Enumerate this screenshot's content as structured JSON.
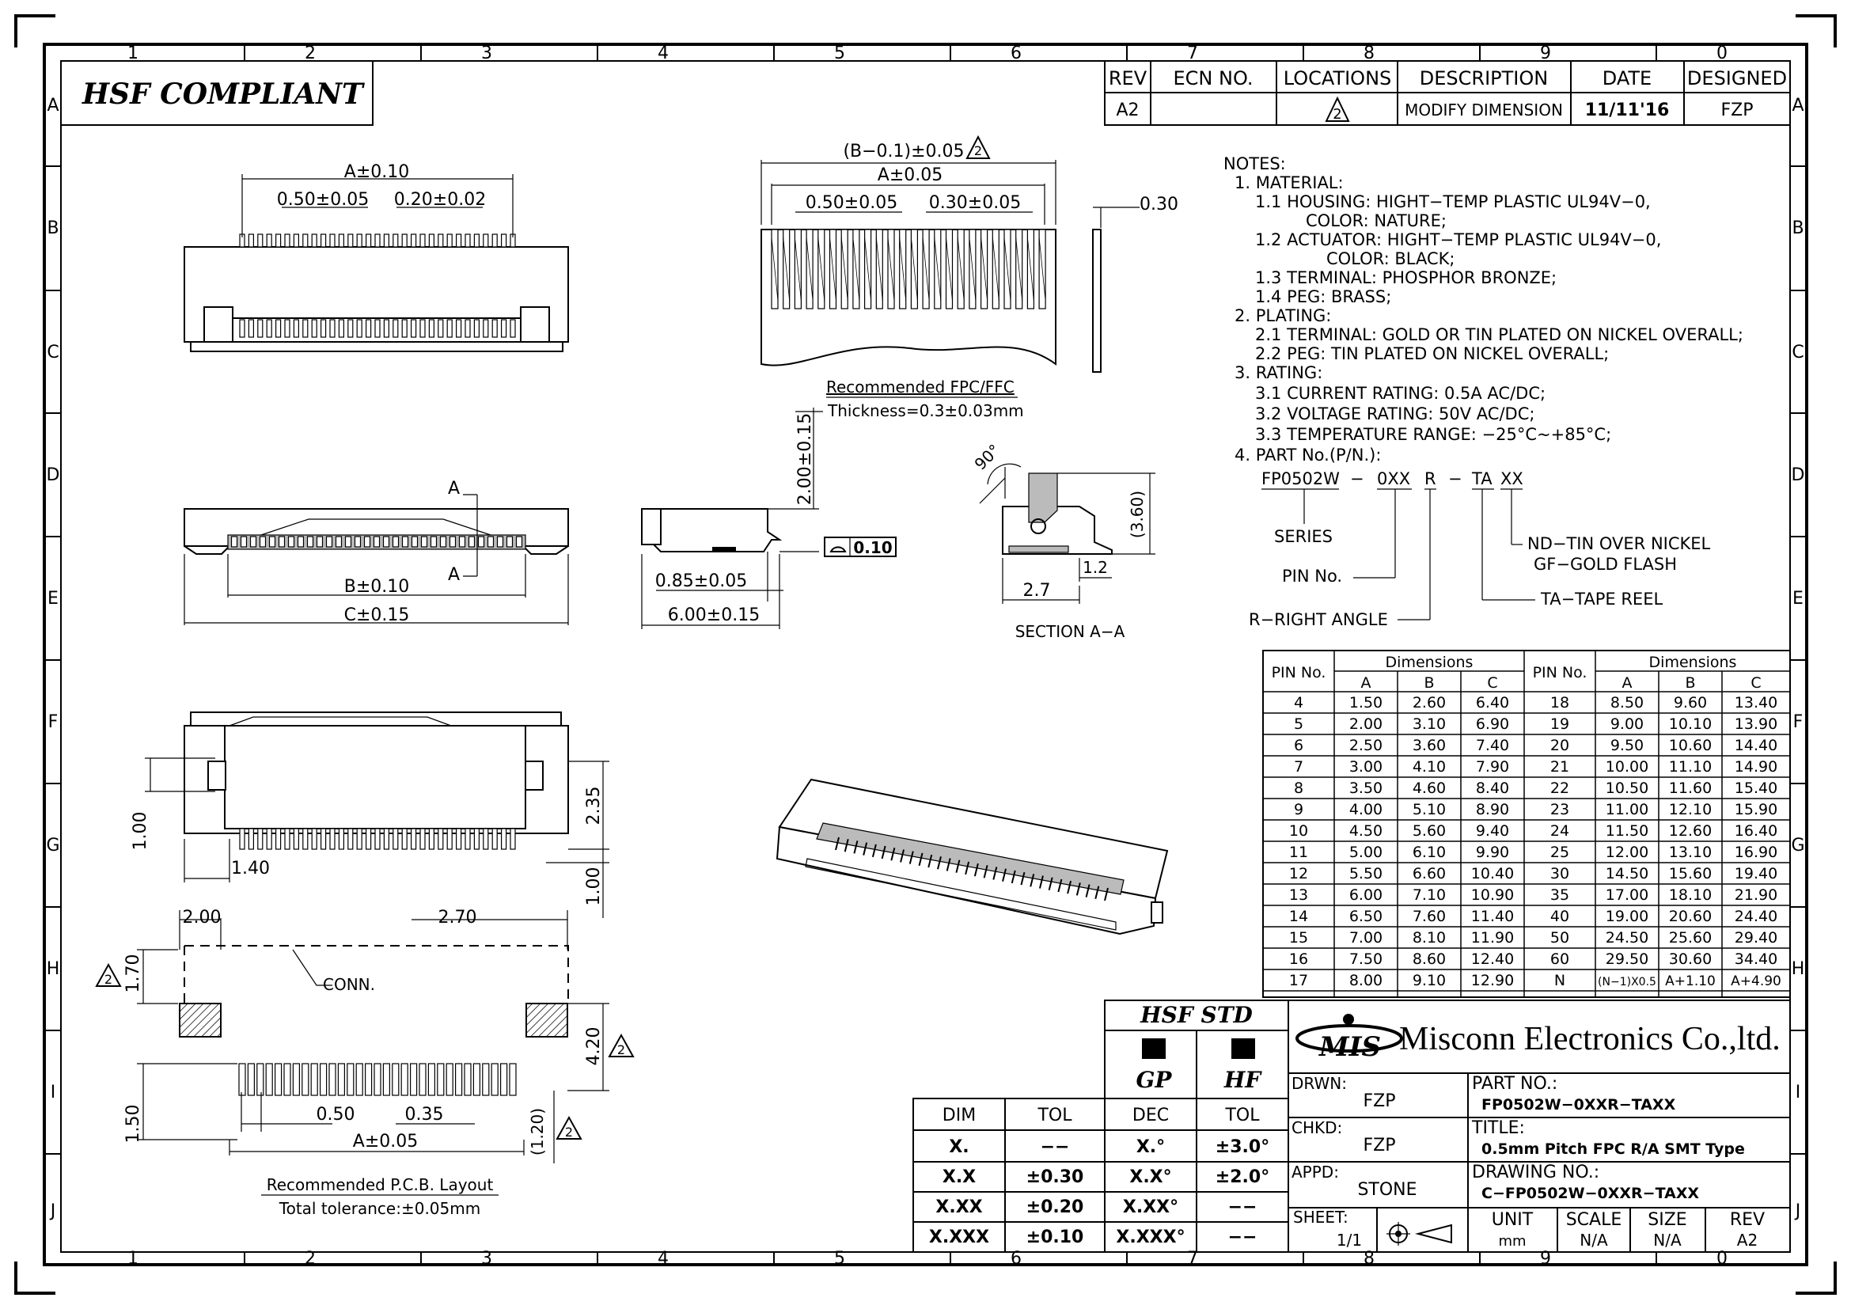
{
  "grid": {
    "columns": [
      "1",
      "2",
      "3",
      "4",
      "5",
      "6",
      "7",
      "8",
      "9",
      "0"
    ],
    "rows": [
      "A",
      "B",
      "C",
      "D",
      "E",
      "F",
      "G",
      "H",
      "I",
      "J"
    ]
  },
  "header": {
    "hsf_compliant": "HSF COMPLIANT"
  },
  "revision_block": {
    "headers": [
      "REV",
      "ECN NO.",
      "LOCATIONS",
      "DESCRIPTION",
      "DATE",
      "DESIGNED"
    ],
    "row": {
      "rev": "A2",
      "ecn": "",
      "location": "2",
      "description": "MODIFY DIMENSION",
      "date": "11/11'16",
      "designed": "FZP"
    }
  },
  "top_view": {
    "dim_a": "A±0.10",
    "dim_pitch": "0.50±0.05",
    "dim_width": "0.20±0.02"
  },
  "fpc_view": {
    "dim_b": "(B−0.1)±0.05",
    "rev_mark": "2",
    "dim_a": "A±0.05",
    "dim_pitch": "0.50±0.05",
    "dim_lead": "0.30±0.05",
    "dim_thick": "0.30",
    "caption1": "Recommended FPC/FFC",
    "caption2": "Thickness=0.3±0.03mm"
  },
  "front_view": {
    "section_mark": "A",
    "dim_b": "B±0.10",
    "dim_c": "C±0.15"
  },
  "side_view": {
    "dim_height": "2.00±0.15",
    "dim_085": "0.85±0.05",
    "dim_600": "6.00±0.15",
    "flatness": "0.10"
  },
  "section": {
    "angle": "90°",
    "dim_h": "(3.60)",
    "dim_12": "1.2",
    "dim_27": "2.7",
    "caption": "SECTION A−A"
  },
  "bottom_view": {
    "dim_235": "2.35",
    "dim_100a": "1.00",
    "dim_140": "1.40",
    "dim_100b": "1.00"
  },
  "pcb_layout": {
    "dim_200": "2.00",
    "dim_270": "2.70",
    "dim_170": "1.70",
    "conn": "CONN.",
    "dim_420": "4.20",
    "dim_150": "1.50",
    "dim_050": "0.50",
    "dim_035": "0.35",
    "dim_120": "(1.20)",
    "dim_a": "A±0.05",
    "rev_mark": "2",
    "caption1": "Recommended P.C.B. Layout",
    "caption2": "Total tolerance:±0.05mm"
  },
  "notes": {
    "lines": [
      "NOTES:",
      "1. MATERIAL:",
      "1.1 HOUSING: HIGHT−TEMP PLASTIC UL94V−0,",
      "COLOR: NATURE;",
      "1.2 ACTUATOR: HIGHT−TEMP PLASTIC UL94V−0,",
      "COLOR: BLACK;",
      "1.3 TERMINAL: PHOSPHOR BRONZE;",
      "1.4 PEG: BRASS;",
      "2. PLATING:",
      "2.1 TERMINAL: GOLD OR TIN PLATED ON NICKEL OVERALL;",
      "2.2 PEG: TIN PLATED ON NICKEL OVERALL;",
      "3. RATING:",
      "3.1 CURRENT RATING: 0.5A AC/DC;",
      "3.2 VOLTAGE RATING: 50V AC/DC;",
      "3.3 TEMPERATURE RANGE: −25°C~+85°C;",
      "4. PART No.(P/N.):"
    ],
    "pn_code": [
      "FP0502W",
      "−",
      "0XX",
      "R",
      "−",
      "TA",
      "XX"
    ],
    "series": "SERIES",
    "pin_no": "PIN No.",
    "right_angle": "R−RIGHT ANGLE",
    "tape_reel": "TA−TAPE REEL",
    "nd_tin": "ND−TIN OVER NICKEL",
    "gf_gold": "GF−GOLD FLASH"
  },
  "pin_table": {
    "pin_header": "PIN No.",
    "dim_header": "Dimensions",
    "cols": [
      "A",
      "B",
      "C"
    ],
    "left": [
      [
        "4",
        "1.50",
        "2.60",
        "6.40"
      ],
      [
        "5",
        "2.00",
        "3.10",
        "6.90"
      ],
      [
        "6",
        "2.50",
        "3.60",
        "7.40"
      ],
      [
        "7",
        "3.00",
        "4.10",
        "7.90"
      ],
      [
        "8",
        "3.50",
        "4.60",
        "8.40"
      ],
      [
        "9",
        "4.00",
        "5.10",
        "8.90"
      ],
      [
        "10",
        "4.50",
        "5.60",
        "9.40"
      ],
      [
        "11",
        "5.00",
        "6.10",
        "9.90"
      ],
      [
        "12",
        "5.50",
        "6.60",
        "10.40"
      ],
      [
        "13",
        "6.00",
        "7.10",
        "10.90"
      ],
      [
        "14",
        "6.50",
        "7.60",
        "11.40"
      ],
      [
        "15",
        "7.00",
        "8.10",
        "11.90"
      ],
      [
        "16",
        "7.50",
        "8.60",
        "12.40"
      ],
      [
        "17",
        "8.00",
        "9.10",
        "12.90"
      ]
    ],
    "right": [
      [
        "18",
        "8.50",
        "9.60",
        "13.40"
      ],
      [
        "19",
        "9.00",
        "10.10",
        "13.90"
      ],
      [
        "20",
        "9.50",
        "10.60",
        "14.40"
      ],
      [
        "21",
        "10.00",
        "11.10",
        "14.90"
      ],
      [
        "22",
        "10.50",
        "11.60",
        "15.40"
      ],
      [
        "23",
        "11.00",
        "12.10",
        "15.90"
      ],
      [
        "24",
        "11.50",
        "12.60",
        "16.40"
      ],
      [
        "25",
        "12.00",
        "13.10",
        "16.90"
      ],
      [
        "30",
        "14.50",
        "15.60",
        "19.40"
      ],
      [
        "35",
        "17.00",
        "18.10",
        "21.90"
      ],
      [
        "40",
        "19.00",
        "20.60",
        "24.40"
      ],
      [
        "50",
        "24.50",
        "25.60",
        "29.40"
      ],
      [
        "60",
        "29.50",
        "30.60",
        "34.40"
      ],
      [
        "N",
        "(N−1)X0.5",
        "A+1.10",
        "A+4.90"
      ]
    ]
  },
  "hsf_std": {
    "title": "HSF STD",
    "gp": "GP",
    "hf": "HF"
  },
  "tolerance": {
    "headers": [
      "DIM",
      "TOL",
      "DEC",
      "TOL"
    ],
    "rows": [
      [
        "X.",
        "−−",
        "X.°",
        "±3.0°"
      ],
      [
        "X.X",
        "±0.30",
        "X.X°",
        "±2.0°"
      ],
      [
        "X.XX",
        "±0.20",
        "X.XX°",
        "−−"
      ],
      [
        "X.XXX",
        "±0.10",
        "X.XXX°",
        "−−"
      ]
    ]
  },
  "title_block": {
    "logo": "MIS",
    "company": "Misconn Electronics Co.,ltd.",
    "drwn_label": "DRWN:",
    "drwn": "FZP",
    "chkd_label": "CHKD:",
    "chkd": "FZP",
    "appd_label": "APPD:",
    "appd": "STONE",
    "part_no_label": "PART NO.:",
    "part_no": "FP0502W−0XXR−TAXX",
    "title_label": "TITLE:",
    "title": "0.5mm Pitch FPC R/A SMT Type",
    "drawing_no_label": "DRAWING NO.:",
    "drawing_no": "C−FP0502W−0XXR−TAXX",
    "sheet_label": "SHEET:",
    "sheet": "1/1",
    "unit_label": "UNIT",
    "unit": "mm",
    "scale_label": "SCALE",
    "scale": "N/A",
    "size_label": "SIZE",
    "size": "N/A",
    "rev_label": "REV",
    "rev": "A2"
  }
}
